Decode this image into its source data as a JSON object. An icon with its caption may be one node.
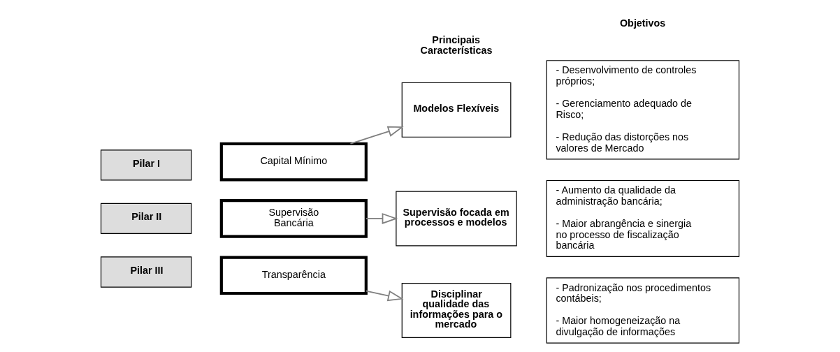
{
  "diagram": {
    "nodes": [
      {
        "text": [
          "Pilar I"
        ]
      },
      {
        "text": [
          "Capital Mínimo"
        ]
      },
      {
        "text": [
          "Modelos Flexíveis"
        ]
      },
      {
        "text": [
          "- Desenvolvimento de controles próprios;",
          "- Gerenciamento adequado de Risco;",
          "- Redução das distorções nos valores de Mercado"
        ]
      },
      {
        "text": [
          "Pilar II"
        ]
      },
      {
        "text": [
          "Supervisão Bancária"
        ]
      },
      {
        "text": [
          "Supervisão focada em processos e modelos"
        ]
      },
      {
        "text": [
          "- Aumento da qualidade da administração bancária;",
          "- Maior abrangência e sinergia no processo de fiscalização bancária"
        ]
      },
      {
        "text": [
          "Pilar III"
        ]
      },
      {
        "text": [
          "Transparência"
        ]
      },
      {
        "text": [
          "Disciplinar qualidade das informações para o mercado"
        ]
      },
      {
        "text": [
          "- Padronização nos procedimentos contábeis;",
          "- Maior homogeneização na divulgação de informações"
        ]
      }
    ],
    "edges": [
      {
        "from": 1,
        "to": 2,
        "arrow": "to"
      },
      {
        "from": 5,
        "to": 6,
        "arrow": "to"
      },
      {
        "from": 9,
        "to": 10,
        "arrow": "to"
      }
    ],
    "labels": [
      "Principais Características",
      "Objetivos"
    ]
  }
}
